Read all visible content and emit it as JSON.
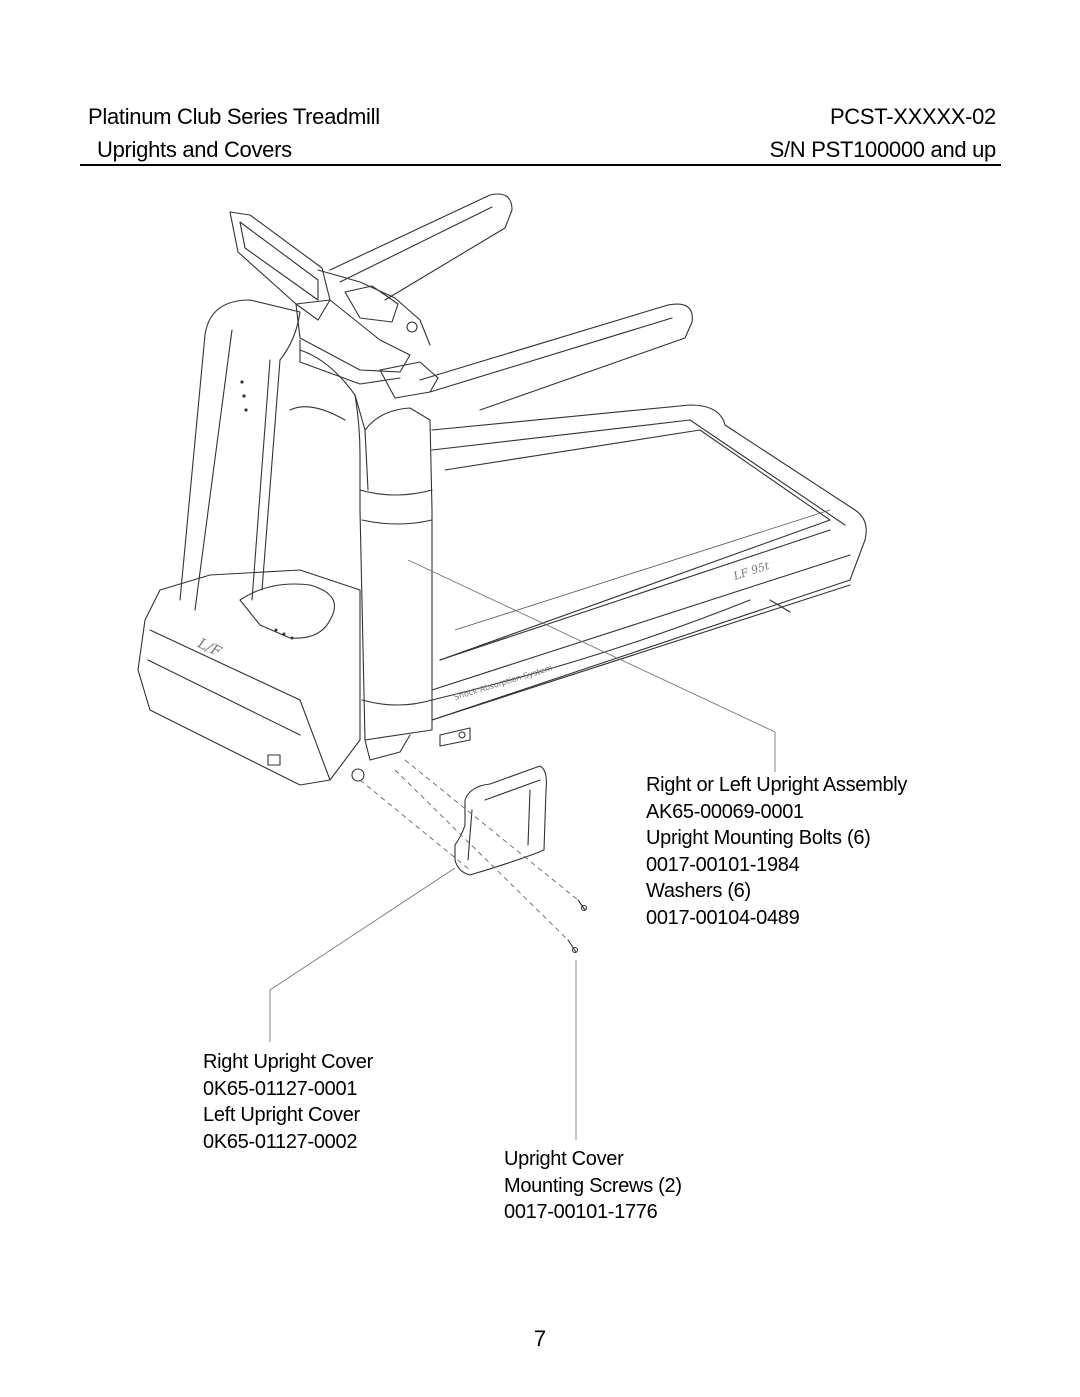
{
  "header": {
    "title": "Platinum Club Series Treadmill",
    "model": "PCST-XXXXX-02",
    "section": "Uprights and Covers",
    "serial": "S/N PST100000 and up"
  },
  "callouts": {
    "assembly": [
      "Right or Left Upright Assembly",
      "AK65-00069-0001",
      "Upright Mounting Bolts (6)",
      "0017-00101-1984",
      "Washers (6)",
      "0017-00104-0489"
    ],
    "cover": [
      "Right Upright Cover",
      "0K65-01127-0001",
      "Left Upright Cover",
      "0K65-01127-0002"
    ],
    "screws": [
      "Upright Cover",
      "Mounting Screws (2)",
      "0017-00101-1776"
    ]
  },
  "page_number": "7"
}
